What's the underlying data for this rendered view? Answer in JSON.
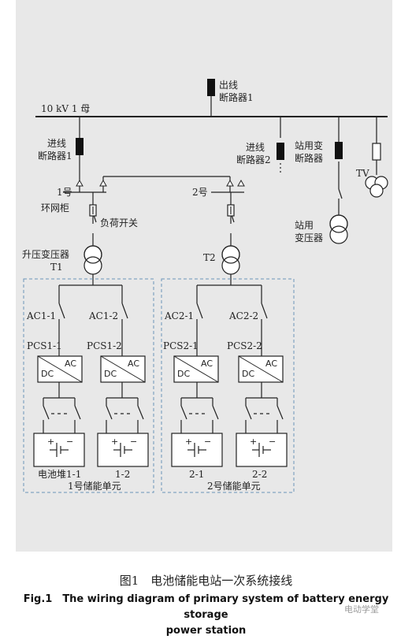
{
  "labels": {
    "outgoing_breaker": [
      "出线",
      "断路器1"
    ],
    "bus": "10 kV  1 母",
    "incoming_breaker_1": [
      "进线",
      "断路器1"
    ],
    "incoming_breaker_2": [
      "进线",
      "断路器2"
    ],
    "station_transformer_breaker": [
      "站用变",
      "断路器"
    ],
    "tv": "TV",
    "ring_main_1": [
      "1号",
      "环网柜"
    ],
    "ring_main_2": "2号",
    "load_switch": "负荷开关",
    "station_transformer": [
      "站用",
      "变压器"
    ],
    "step_up_transformer": [
      "升压变压器",
      "T1"
    ],
    "t2": "T2",
    "ac1_1": "AC1-1",
    "ac1_2": "AC1-2",
    "ac2_1": "AC2-1",
    "ac2_2": "AC2-2",
    "pcs1_1": "PCS1-1",
    "pcs1_2": "PCS1-2",
    "pcs2_1": "PCS2-1",
    "pcs2_2": "PCS2-2",
    "dc": "DC",
    "ac": "AC",
    "battery_1_1": "电池堆1-1",
    "battery_1_2": "1-2",
    "battery_2_1": "2-1",
    "battery_2_2": "2-2",
    "unit_1": "1号储能单元",
    "unit_2": "2号储能单元",
    "plus": "+",
    "minus": "−"
  },
  "caption": {
    "cn": "图1　电池储能电站一次系统接线",
    "en_line1": "Fig.1　The wiring diagram of primary system of battery energy storage",
    "en_line2": "power station"
  },
  "watermark": "电动学堂",
  "colors": {
    "panel": "#e8e8e8",
    "dashed_box": "#6a93b8",
    "line": "#222222"
  }
}
